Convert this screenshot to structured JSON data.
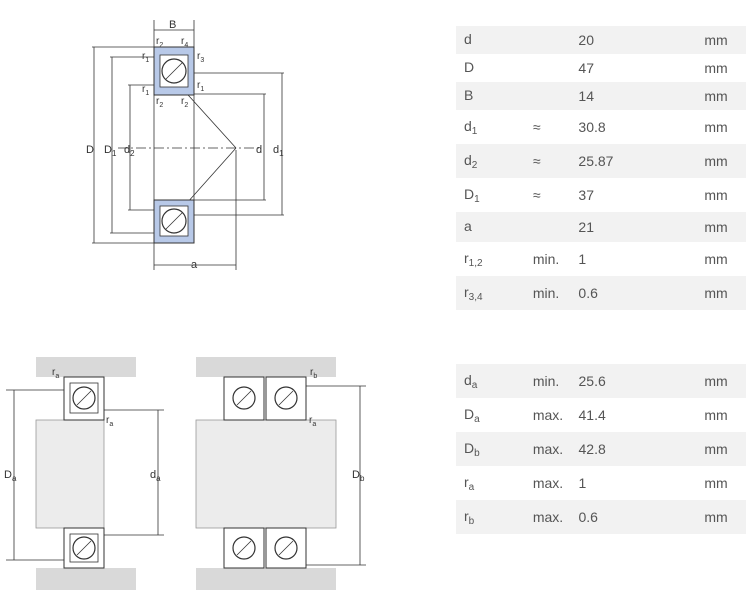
{
  "diagram_labels": {
    "B": "B",
    "r1": "r",
    "r1_sub": "1",
    "r2": "r",
    "r2_sub": "2",
    "r3": "r",
    "r3_sub": "3",
    "r4": "r",
    "r4_sub": "4",
    "D": "D",
    "D1": "D",
    "D1_sub": "1",
    "d2": "d",
    "d2_sub": "2",
    "d": "d",
    "d1": "d",
    "d1_sub": "1",
    "a": "a",
    "ra": "r",
    "ra_sub": "a",
    "rb": "r",
    "rb_sub": "b",
    "Da": "D",
    "Da_sub": "a",
    "da": "d",
    "da_sub": "a",
    "Db": "D",
    "Db_sub": "b"
  },
  "dimensions": [
    {
      "symbol": "d",
      "sub": "",
      "qualifier": "",
      "value": "20",
      "unit": "mm"
    },
    {
      "symbol": "D",
      "sub": "",
      "qualifier": "",
      "value": "47",
      "unit": "mm"
    },
    {
      "symbol": "B",
      "sub": "",
      "qualifier": "",
      "value": "14",
      "unit": "mm"
    },
    {
      "symbol": "d",
      "sub": "1",
      "qualifier": "≈",
      "value": "30.8",
      "unit": "mm"
    },
    {
      "symbol": "d",
      "sub": "2",
      "qualifier": "≈",
      "value": "25.87",
      "unit": "mm"
    },
    {
      "symbol": "D",
      "sub": "1",
      "qualifier": "≈",
      "value": "37",
      "unit": "mm"
    },
    {
      "symbol": "a",
      "sub": "",
      "qualifier": "",
      "value": "21",
      "unit": "mm"
    },
    {
      "symbol": "r",
      "sub": "1,2",
      "qualifier": "min.",
      "value": "1",
      "unit": "mm"
    },
    {
      "symbol": "r",
      "sub": "3,4",
      "qualifier": "min.",
      "value": "0.6",
      "unit": "mm"
    }
  ],
  "abutments": [
    {
      "symbol": "d",
      "sub": "a",
      "qualifier": "min.",
      "value": "25.6",
      "unit": "mm"
    },
    {
      "symbol": "D",
      "sub": "a",
      "qualifier": "max.",
      "value": "41.4",
      "unit": "mm"
    },
    {
      "symbol": "D",
      "sub": "b",
      "qualifier": "max.",
      "value": "42.8",
      "unit": "mm"
    },
    {
      "symbol": "r",
      "sub": "a",
      "qualifier": "max.",
      "value": "1",
      "unit": "mm"
    },
    {
      "symbol": "r",
      "sub": "b",
      "qualifier": "max.",
      "value": "0.6",
      "unit": "mm"
    }
  ]
}
